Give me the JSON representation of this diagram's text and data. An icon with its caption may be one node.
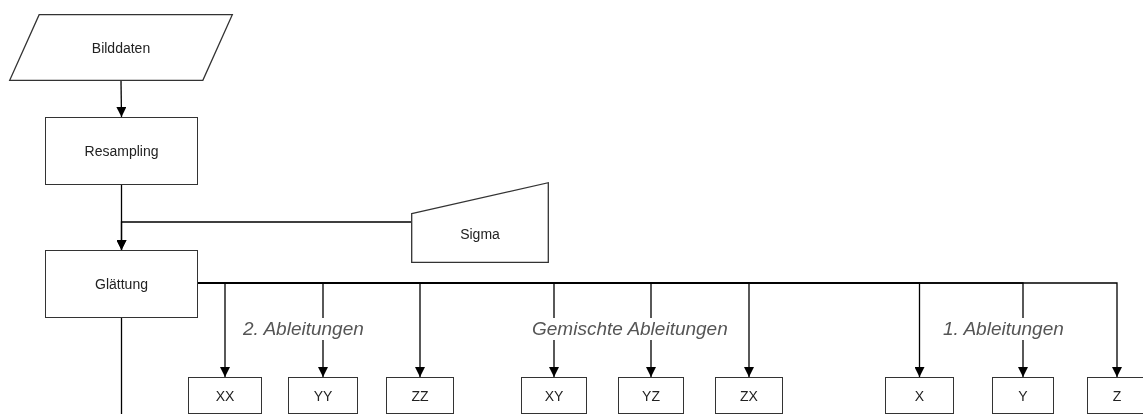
{
  "diagram": {
    "nodes": [
      {
        "text": [
          "Bilddaten"
        ]
      },
      {
        "text": [
          "Resampling"
        ]
      },
      {
        "text": [
          "Sigma"
        ]
      },
      {
        "text": [
          "Glättung"
        ]
      },
      {
        "text": [
          "XX"
        ]
      },
      {
        "text": [
          "YY"
        ]
      },
      {
        "text": [
          "ZZ"
        ]
      },
      {
        "text": [
          "XY"
        ]
      },
      {
        "text": [
          "YZ"
        ]
      },
      {
        "text": [
          "ZX"
        ]
      },
      {
        "text": [
          "X"
        ]
      },
      {
        "text": [
          "Y"
        ]
      },
      {
        "text": [
          "Z"
        ]
      }
    ],
    "edges": [
      {
        "from": 0,
        "to": 1,
        "arrow": "to"
      },
      {
        "from": 1,
        "to": 3,
        "arrow": "to"
      },
      {
        "from": 2,
        "to": 3,
        "arrow": "to"
      },
      {
        "from": 3,
        "to": 4,
        "arrow": "to"
      },
      {
        "from": 3,
        "to": 5,
        "arrow": "to"
      },
      {
        "from": 3,
        "to": 6,
        "arrow": "to"
      },
      {
        "from": 3,
        "to": 7,
        "arrow": "to"
      },
      {
        "from": 3,
        "to": 8,
        "arrow": "to"
      },
      {
        "from": 3,
        "to": 9,
        "arrow": "to"
      },
      {
        "from": 3,
        "to": 10,
        "arrow": "to"
      },
      {
        "from": 3,
        "to": 11,
        "arrow": "to"
      },
      {
        "from": 3,
        "to": 12,
        "arrow": "to"
      },
      {
        "from": 3,
        "to": null,
        "arrow": "none"
      }
    ],
    "labels": [
      "2. Ableitungen",
      "Gemischte Ableitungen",
      "1. Ableitungen"
    ]
  }
}
